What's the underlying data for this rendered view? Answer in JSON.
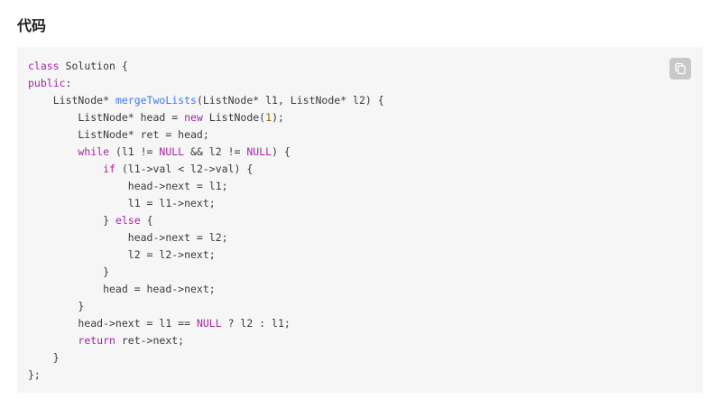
{
  "section": {
    "title": "代码"
  },
  "code": {
    "language": "cpp",
    "lines": [
      "class Solution {",
      "public:",
      "    ListNode* mergeTwoLists(ListNode* l1, ListNode* l2) {",
      "        ListNode* head = new ListNode(1);",
      "        ListNode* ret = head;",
      "        while (l1 != NULL && l2 != NULL) {",
      "            if (l1->val < l2->val) {",
      "                head->next = l1;",
      "                l1 = l1->next;",
      "            } else {",
      "                head->next = l2;",
      "                l2 = l2->next;",
      "            }",
      "            head = head->next;",
      "        }",
      "        head->next = l1 == NULL ? l2 : l1;",
      "        return ret->next;",
      "    }",
      "};"
    ]
  },
  "toolbar": {
    "copy_icon": "copy-icon"
  },
  "colors": {
    "code_background": "#f6f6f6",
    "keyword": "#a626a4",
    "function": "#4078f2",
    "number": "#986801",
    "text": "#383a42",
    "copy_button": "#c8c8c8"
  }
}
